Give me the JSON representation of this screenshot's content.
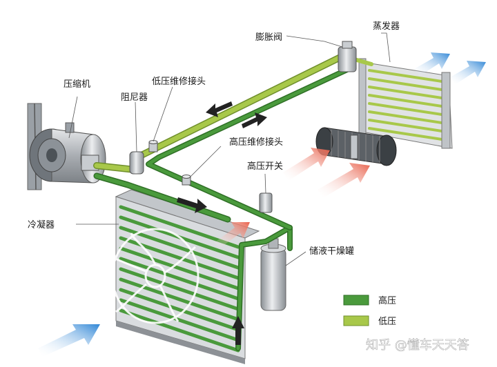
{
  "labels": {
    "evaporator": "蒸发器",
    "expansion_valve": "膨胀阀",
    "compressor": "压缩机",
    "low_pressure_port": "低压维修接头",
    "damper": "阻尼器",
    "high_pressure_port": "高压维修接头",
    "high_pressure_switch": "高压开关",
    "condenser": "冷凝器",
    "receiver_dryer": "储液干燥罐"
  },
  "legend": [
    {
      "label": "高压",
      "color": "#4a9a3c"
    },
    {
      "label": "低压",
      "color": "#a8c84a"
    }
  ],
  "watermark": "知乎 @懂车天天答",
  "colors": {
    "high_pressure": "#4a9a3c",
    "low_pressure": "#a8c84a",
    "hot_air": "#e8604a",
    "cool_air": "#3a8fd8",
    "metal": "#b8bcc0",
    "flow_arrow": "#222222"
  }
}
